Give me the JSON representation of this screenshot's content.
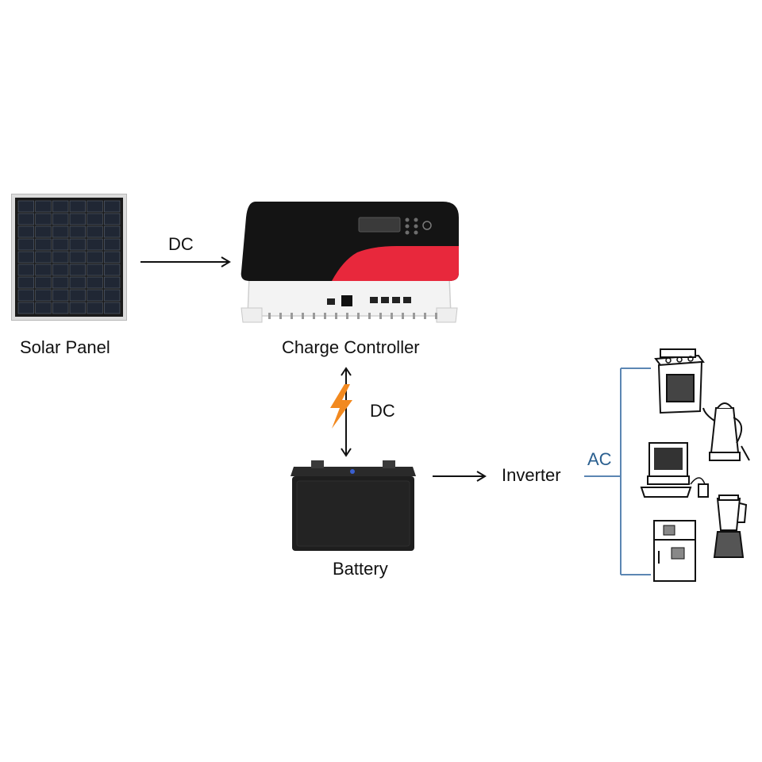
{
  "labels": {
    "solar_panel": "Solar Panel",
    "charge_controller": "Charge Controller",
    "battery": "Battery",
    "inverter": "Inverter",
    "dc_top": "DC",
    "dc_vertical": "DC",
    "ac": "AC"
  },
  "icons": {
    "solar_panel": "solar-panel-icon",
    "charge_controller": "charge-controller-icon",
    "battery": "battery-icon",
    "lightning": "lightning-bolt-icon",
    "stove": "stove-icon",
    "kettle": "kettle-icon",
    "computer": "computer-icon",
    "blender": "blender-icon",
    "refrigerator": "refrigerator-icon"
  },
  "colors": {
    "text": "#111111",
    "ac_text": "#2a5f8f",
    "ac_line": "#5b86b3",
    "controller_accent": "#e8283c",
    "controller_top": "#141414",
    "lightning": "#f2891f"
  }
}
